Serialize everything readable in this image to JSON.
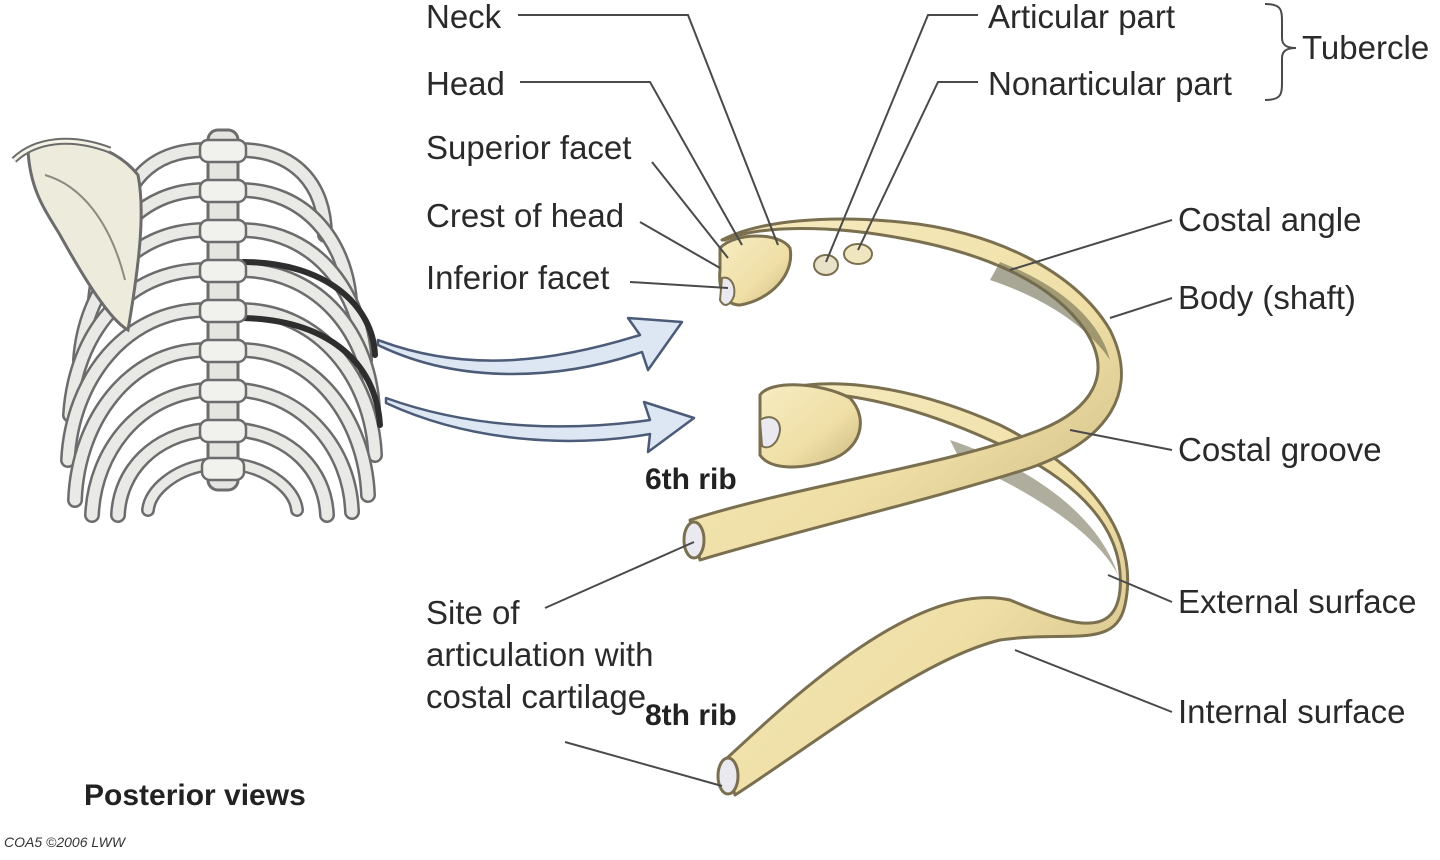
{
  "labels": {
    "neck": "Neck",
    "head": "Head",
    "superior_facet": "Superior facet",
    "crest_of_head": "Crest of head",
    "inferior_facet": "Inferior facet",
    "articular_part": "Articular part",
    "nonarticular_part": "Nonarticular part",
    "tubercle": "Tubercle",
    "costal_angle": "Costal angle",
    "body_shaft": "Body (shaft)",
    "costal_groove": "Costal groove",
    "external_surface": "External surface",
    "internal_surface": "Internal surface",
    "sixth_rib": "6th rib",
    "eighth_rib": "8th rib",
    "site_of_articulation": "Site of articulation with costal cartilage",
    "posterior_views": "Posterior views",
    "copyright": "COA5 ©2006 LWW"
  },
  "colors": {
    "bone": "#f3e6b4",
    "bone_shadow": "#6e6a4e",
    "skeleton": "#e9e9e6",
    "skeleton_outline": "#6c6c6c",
    "arrow_fill": "#dde7f4",
    "arrow_stroke": "#4b5b78",
    "leader": "#4a4a4a",
    "text": "#2a2a2a"
  }
}
